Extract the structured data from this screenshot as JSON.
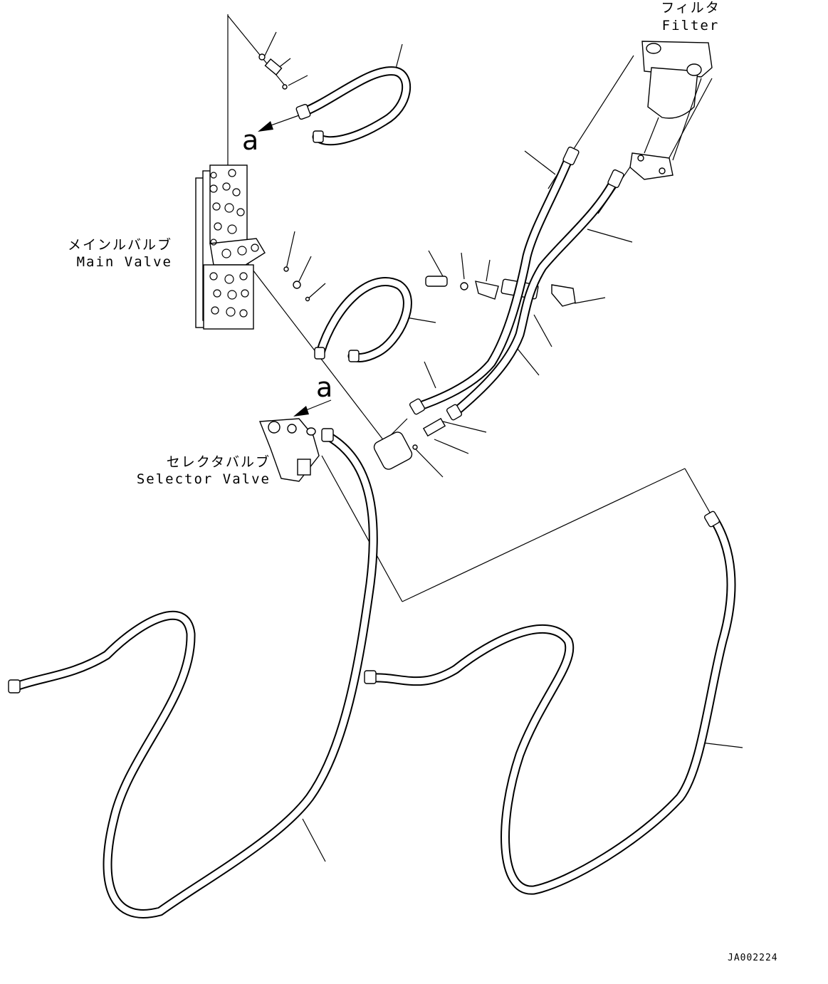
{
  "labels": {
    "filter_jp": "フィルタ",
    "filter_en": "Filter",
    "main_valve_jp": "メインルバルブ",
    "main_valve_en": "Main Valve",
    "selector_valve_jp": "セレクタバルブ",
    "selector_valve_en": "Selector Valve",
    "view_marker_1": "a",
    "view_marker_2": "a",
    "drawing_code": "JA002224"
  },
  "colors": {
    "line": "#000000",
    "background": "#ffffff"
  }
}
